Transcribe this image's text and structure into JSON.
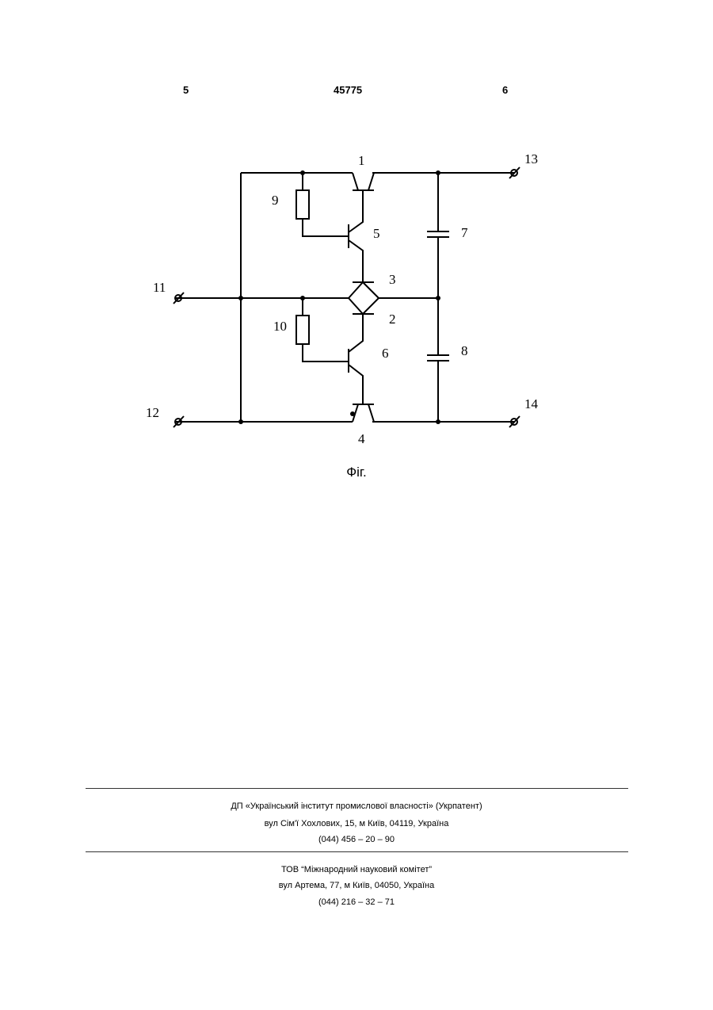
{
  "header": {
    "left_page": "5",
    "patent_number": "45775",
    "right_page": "6"
  },
  "figure": {
    "caption": "Фіг.",
    "labels": {
      "l1": "1",
      "l2": "2",
      "l3": "3",
      "l4": "4",
      "l5": "5",
      "l6": "6",
      "l7": "7",
      "l8": "8",
      "l9": "9",
      "l10": "10",
      "l11": "11",
      "l12": "12",
      "l13": "13",
      "l14": "14"
    }
  },
  "footer": {
    "org1": "ДП «Український інститут промислової власності» (Укрпатент)",
    "addr1": "вул  Сім'ї Хохлових, 15, м  Київ, 04119, Україна",
    "phone1": "(044) 456 – 20 –  90",
    "org2": "ТОВ “Міжнародний науковий комітет”",
    "addr2": "вул  Артема, 77, м  Київ, 04050, Україна",
    "phone2": "(044) 216 – 32 – 71"
  }
}
